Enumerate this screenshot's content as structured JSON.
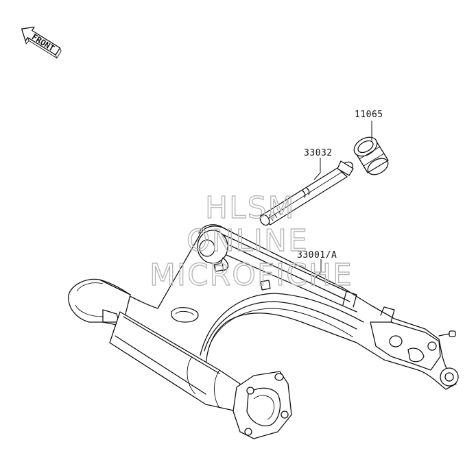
{
  "front_indicator": {
    "label": "FRONT"
  },
  "parts": [
    {
      "id": "shaft-cap",
      "number": "11065"
    },
    {
      "id": "pivot-shaft",
      "number": "33032"
    },
    {
      "id": "swing-arm",
      "number": "33001/A"
    }
  ],
  "watermark": {
    "line1": "HLSM",
    "line2": "ONLINE",
    "line3": "MICROFICHE"
  },
  "colors": {
    "line": "#111111",
    "background": "#ffffff",
    "watermark": "#b9b9b9"
  }
}
